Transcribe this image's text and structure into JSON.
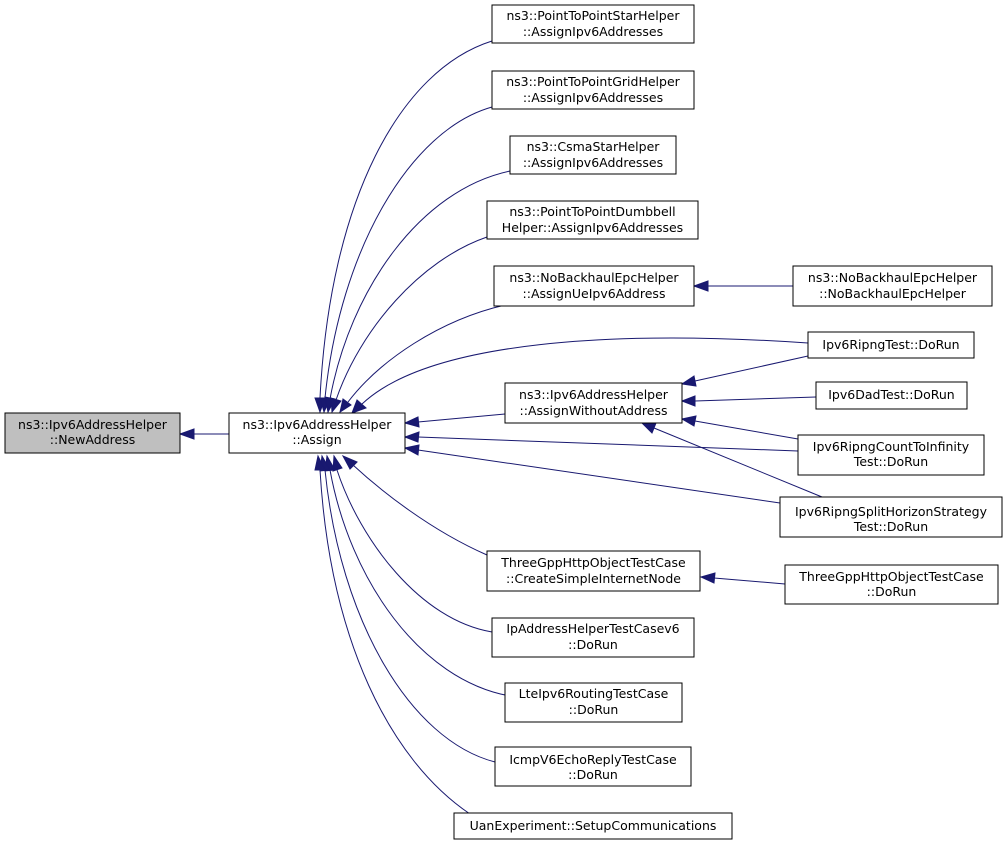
{
  "nodes": {
    "newaddress": {
      "lines": [
        "ns3::Ipv6AddressHelper",
        "::NewAddress"
      ],
      "highlighted": true
    },
    "assign": {
      "lines": [
        "ns3::Ipv6AddressHelper",
        "::Assign"
      ]
    },
    "p2pstar": {
      "lines": [
        "ns3::PointToPointStarHelper",
        "::AssignIpv6Addresses"
      ]
    },
    "p2pgrid": {
      "lines": [
        "ns3::PointToPointGridHelper",
        "::AssignIpv6Addresses"
      ]
    },
    "csmastar": {
      "lines": [
        "ns3::CsmaStarHelper",
        "::AssignIpv6Addresses"
      ]
    },
    "p2pdumbbell": {
      "lines": [
        "ns3::PointToPointDumbbell",
        "Helper::AssignIpv6Addresses"
      ]
    },
    "nobackhaul": {
      "lines": [
        "ns3::NoBackhaulEpcHelper",
        "::AssignUeIpv6Address"
      ]
    },
    "nobackhaulctor": {
      "lines": [
        "ns3::NoBackhaulEpcHelper",
        "::NoBackhaulEpcHelper"
      ]
    },
    "ripngtest": {
      "lines": [
        "Ipv6RipngTest::DoRun"
      ]
    },
    "withoutaddr": {
      "lines": [
        "ns3::Ipv6AddressHelper",
        "::AssignWithoutAddress"
      ]
    },
    "dadtest": {
      "lines": [
        "Ipv6DadTest::DoRun"
      ]
    },
    "ripngcount": {
      "lines": [
        "Ipv6RipngCountToInfinity",
        "Test::DoRun"
      ]
    },
    "ripngsplit": {
      "lines": [
        "Ipv6RipngSplitHorizonStrategy",
        "Test::DoRun"
      ]
    },
    "threegppnode": {
      "lines": [
        "ThreeGppHttpObjectTestCase",
        "::CreateSimpleInternetNode"
      ]
    },
    "threegpprun": {
      "lines": [
        "ThreeGppHttpObjectTestCase",
        "::DoRun"
      ]
    },
    "ipaddrtest": {
      "lines": [
        "IpAddressHelperTestCasev6",
        "::DoRun"
      ]
    },
    "lteipv6": {
      "lines": [
        "LteIpv6RoutingTestCase",
        "::DoRun"
      ]
    },
    "icmpv6": {
      "lines": [
        "IcmpV6EchoReplyTestCase",
        "::DoRun"
      ]
    },
    "uan": {
      "lines": [
        "UanExperiment::SetupCommunications"
      ]
    }
  },
  "colors": {
    "edge": "#191970",
    "node_fill": "#ffffff",
    "highlight_fill": "#bfbfbf",
    "border": "#000000"
  }
}
